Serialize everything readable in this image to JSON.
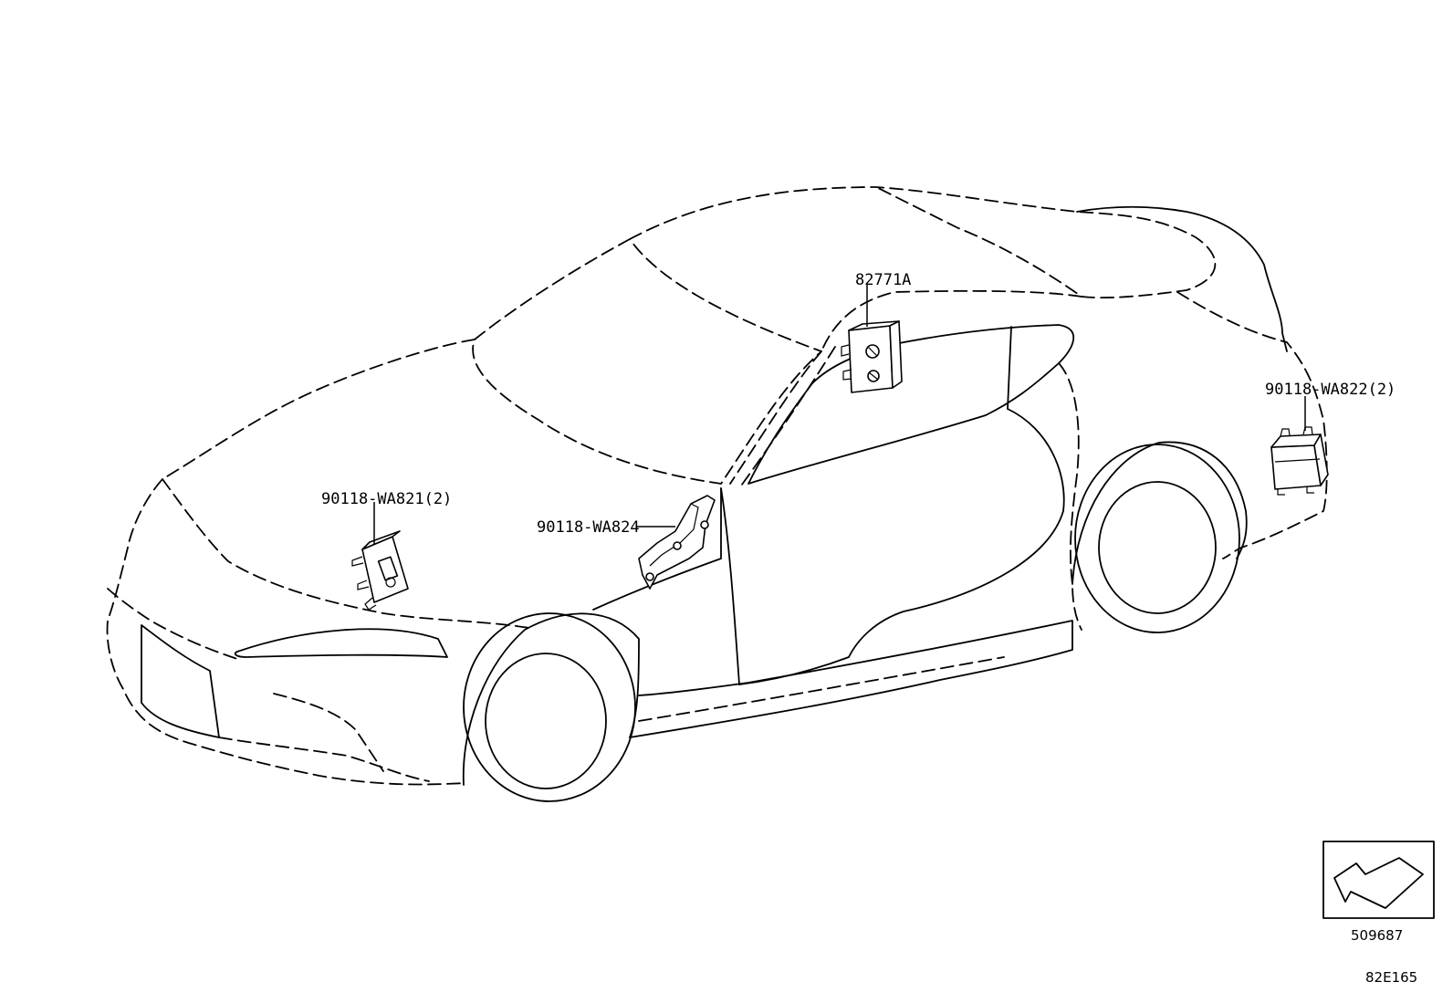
{
  "callouts": {
    "part_82771a": "82771A",
    "bolt_wa822": "90118-WA822(2)",
    "bolt_wa821": "90118-WA821(2)",
    "bolt_wa824": "90118-WA824"
  },
  "footer": {
    "view_number": "509687",
    "diagram_code": "82E165"
  },
  "icons": {
    "view_direction": "view-direction-arrow-icon"
  }
}
